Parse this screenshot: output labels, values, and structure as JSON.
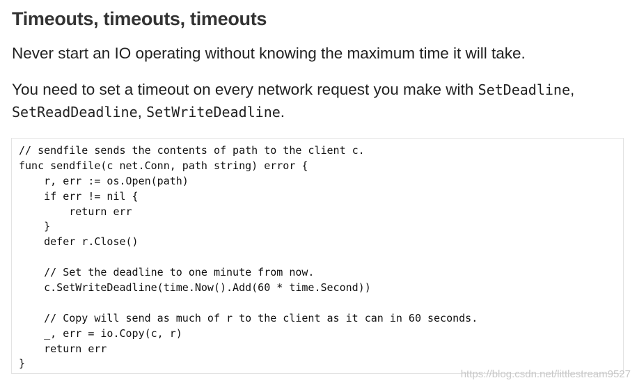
{
  "heading": "Timeouts, timeouts, timeouts",
  "paragraph1": "Never start an IO operating without knowing the maximum time it will take.",
  "paragraph2": {
    "text_before": "You need to set a timeout on every network request you make with ",
    "code1": "SetDeadline",
    "sep1": ",",
    "code2": "SetReadDeadline",
    "sep2": ", ",
    "code3": "SetWriteDeadline",
    "text_after": "."
  },
  "code_lines": [
    "// sendfile sends the contents of path to the client c.",
    "func sendfile(c net.Conn, path string) error {",
    "    r, err := os.Open(path)",
    "    if err != nil {",
    "        return err",
    "    }",
    "    defer r.Close()",
    "",
    "    // Set the deadline to one minute from now.",
    "    c.SetWriteDeadline(time.Now().Add(60 * time.Second))",
    "",
    "    // Copy will send as much of r to the client as it can in 60 seconds.",
    "    _, err = io.Copy(c, r)",
    "    return err",
    "}"
  ],
  "watermark": "https://blog.csdn.net/littlestream9527"
}
